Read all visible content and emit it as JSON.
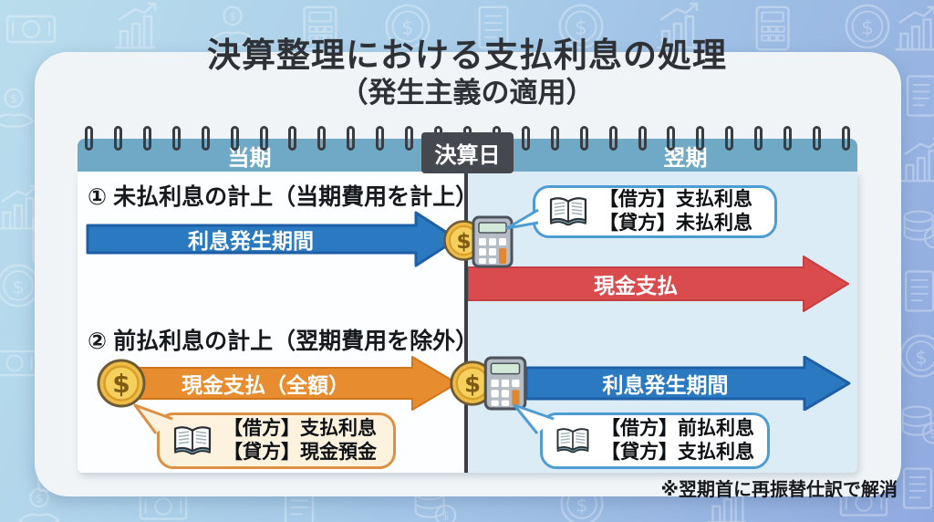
{
  "title": {
    "line1": "決算整理における支払利息の処理",
    "line2": "（発生主義の適用）"
  },
  "calendar": {
    "current_period": "当期",
    "closing_day": "決算日",
    "next_period": "翌期"
  },
  "section1": {
    "heading": "① 未払利息の計上（当期費用を計上）",
    "interest_arrow_label": "利息発生期間",
    "cash_arrow_label": "現金支払",
    "journal": {
      "debit": "【借方】支払利息",
      "credit": "【貸方】未払利息"
    }
  },
  "section2": {
    "heading": "② 前払利息の計上（翌期費用を除外）",
    "cash_arrow_label": "現金支払（全額）",
    "interest_arrow_label": "利息発生期間",
    "journal_cash": {
      "debit": "【借方】支払利息",
      "credit": "【貸方】現金預金"
    },
    "journal_prepaid": {
      "debit": "【借方】前払利息",
      "credit": "【貸方】支払利息"
    }
  },
  "footnote": "※翌期首に再振替仕訳で解消",
  "icons": {
    "coin": "coin-dollar-icon",
    "calculator": "calculator-icon",
    "journal_book": "open-ledger-book-icon",
    "binder_rings": "calendar-binder-rings"
  },
  "colors": {
    "interest_arrow_blue": "#2b79c1",
    "cash_arrow_red": "#d94b4d",
    "cash_arrow_orange": "#e88d2f",
    "calendar_header": "#6fa9c5",
    "closing_box": "#45494f",
    "bubble_blue_border": "#4e9cd4",
    "bubble_orange_border": "#dd8f42",
    "bubble_orange_bg": "#fdf2de",
    "card_bg": "#f0f4f7"
  }
}
